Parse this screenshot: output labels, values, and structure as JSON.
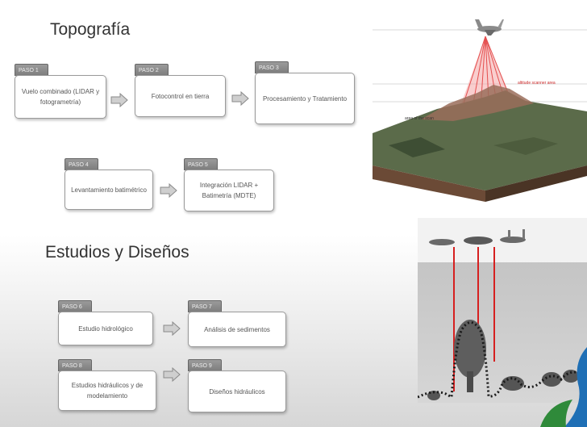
{
  "sections": {
    "topografia_title": "Topografía",
    "estudios_title": "Estudios y Diseños"
  },
  "steps": [
    {
      "tab": "PASO 1",
      "label": "Vuelo combinado (LIDAR y fotogrametría)"
    },
    {
      "tab": "PASO 2",
      "label": "Fotocontrol en tierra"
    },
    {
      "tab": "PASO 3",
      "label": "Procesamiento y Tratamiento"
    },
    {
      "tab": "PASO 4",
      "label": "Levantamiento batimétrico"
    },
    {
      "tab": "PASO 5",
      "label": "Integración LIDAR + Batimetría (MDTE)"
    },
    {
      "tab": "PASO 6",
      "label": "Estudio hidrológico"
    },
    {
      "tab": "PASO 7",
      "label": "Análisis de sedimentos"
    },
    {
      "tab": "PASO 8",
      "label": "Estudios hidráulicos y de modelamiento"
    },
    {
      "tab": "PASO 9",
      "label": "Diseños hidráulicos"
    }
  ],
  "illustration": {
    "lidar_label_right": "altitude scanner area",
    "lidar_label_left": "area of the scan"
  },
  "colors": {
    "tab": "#8a8a8a",
    "laser": "#e03030",
    "sky": "#d0d0d0"
  },
  "icons": [
    "right-arrow-icon",
    "airplane-icon",
    "tree-icon"
  ]
}
